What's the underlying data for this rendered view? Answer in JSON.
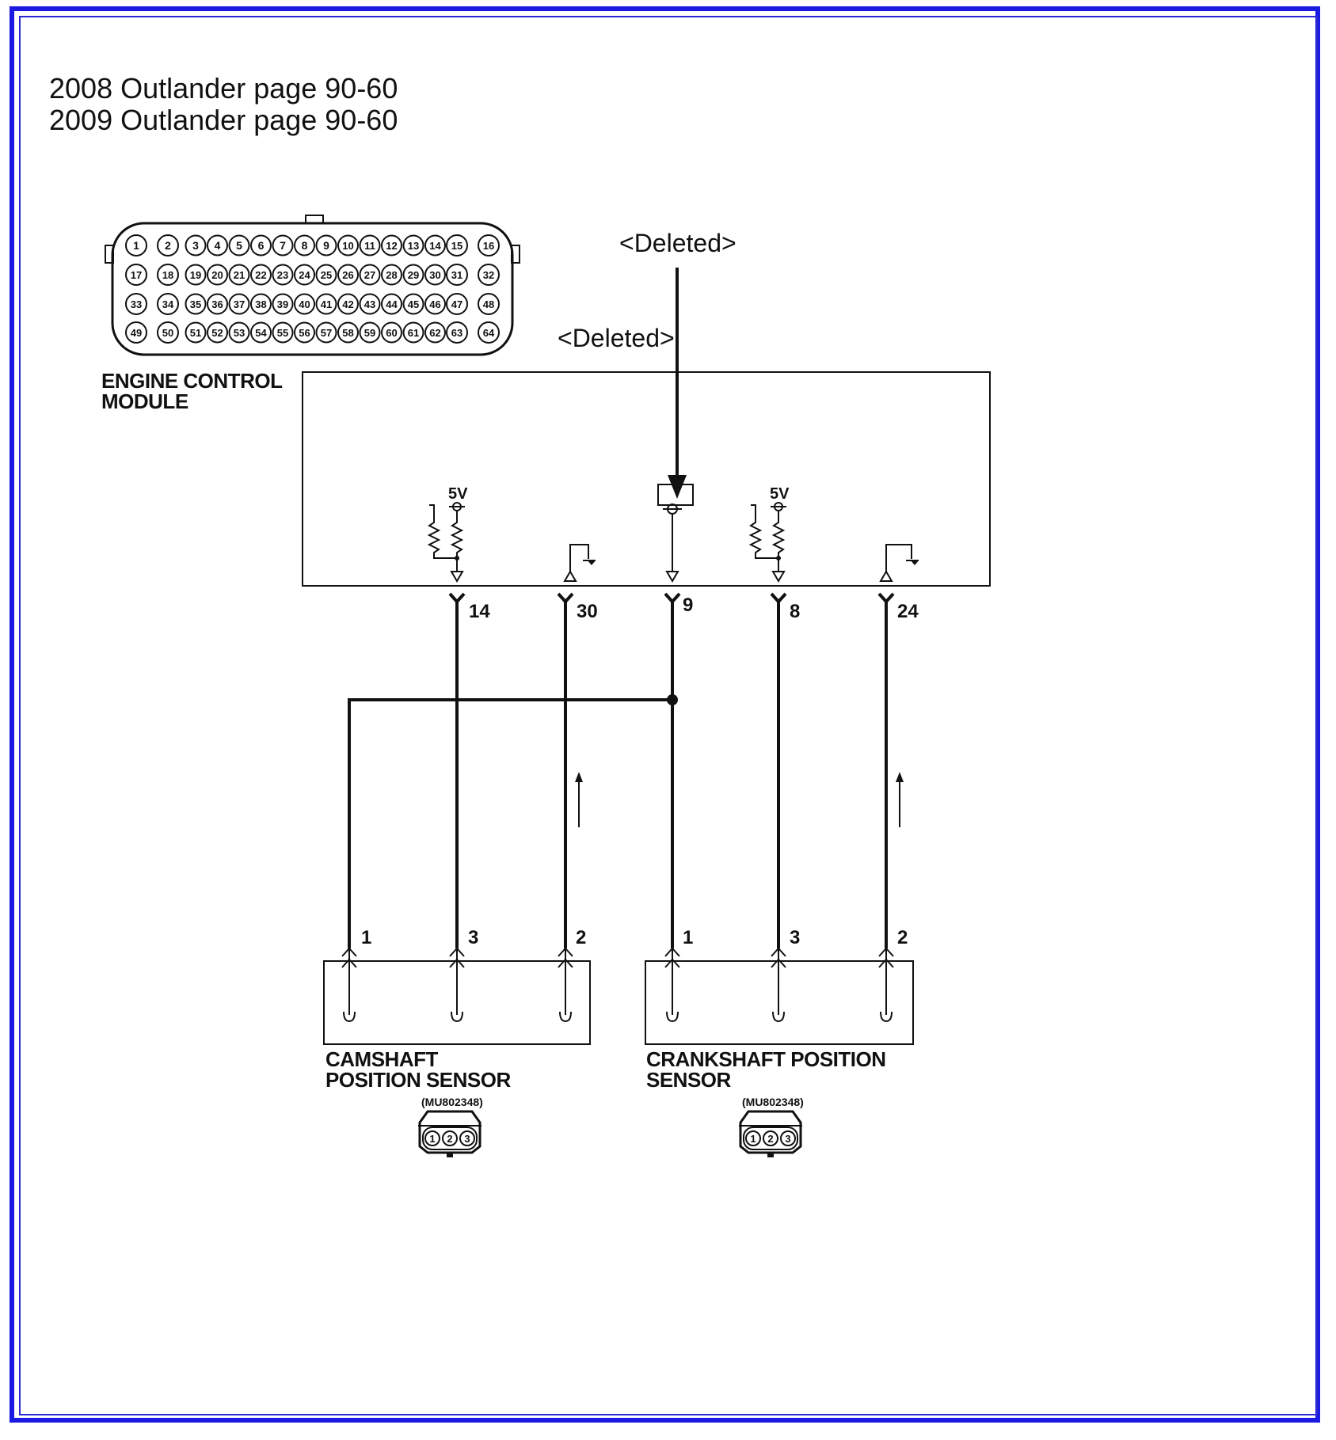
{
  "header": {
    "line1": "2008 Outlander page 90-60",
    "line2": "2009 Outlander page 90-60"
  },
  "annotations": {
    "deleted_top": "<Deleted>",
    "deleted_mid": "<Deleted>"
  },
  "ecm": {
    "label_line1": "ENGINE CONTROL",
    "label_line2": "MODULE",
    "supply_left": "5V",
    "supply_right": "5V",
    "connector_pins": [
      "1",
      "2",
      "3",
      "4",
      "5",
      "6",
      "7",
      "8",
      "9",
      "10",
      "11",
      "12",
      "13",
      "14",
      "15",
      "16",
      "17",
      "18",
      "19",
      "20",
      "21",
      "22",
      "23",
      "24",
      "25",
      "26",
      "27",
      "28",
      "29",
      "30",
      "31",
      "32",
      "33",
      "34",
      "35",
      "36",
      "37",
      "38",
      "39",
      "40",
      "41",
      "42",
      "43",
      "44",
      "45",
      "46",
      "47",
      "48",
      "49",
      "50",
      "51",
      "52",
      "53",
      "54",
      "55",
      "56",
      "57",
      "58",
      "59",
      "60",
      "61",
      "62",
      "63",
      "64"
    ]
  },
  "terminals": {
    "t14": "14",
    "t30": "30",
    "t9": "9",
    "t8": "8",
    "t24": "24"
  },
  "camshaft": {
    "label_line1": "CAMSHAFT",
    "label_line2": "POSITION SENSOR",
    "part_no": "(MU802348)",
    "pins": [
      "1",
      "3",
      "2"
    ],
    "connector_pins": [
      "1",
      "2",
      "3"
    ]
  },
  "crankshaft": {
    "label_line1": "CRANKSHAFT POSITION",
    "label_line2": "SENSOR",
    "part_no": "(MU802348)",
    "pins": [
      "1",
      "3",
      "2"
    ],
    "connector_pins": [
      "1",
      "2",
      "3"
    ]
  }
}
